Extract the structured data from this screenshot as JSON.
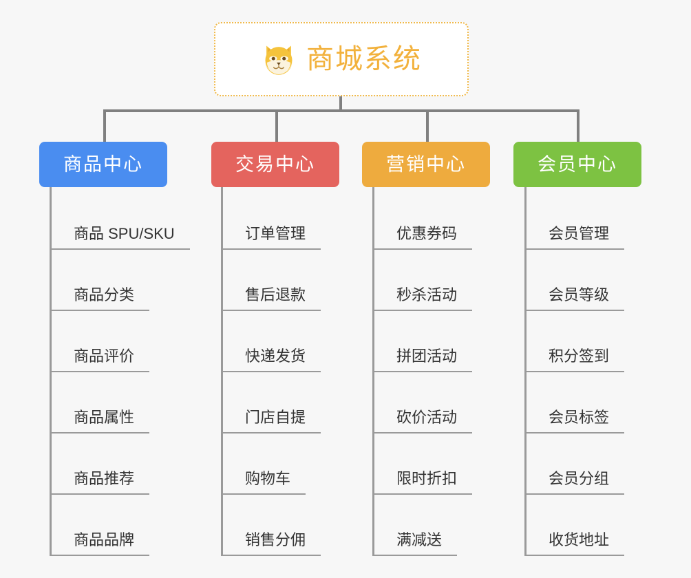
{
  "root": {
    "title": "商城系统",
    "icon": "shiba-dog-icon",
    "accent_color": "#f2b13c",
    "border_color": "#f0b94a",
    "background": "#ffffff"
  },
  "canvas": {
    "background": "#f7f7f7",
    "connector_color": "#808080",
    "spine_color": "#9a9a9a",
    "leaf_text_color": "#333333"
  },
  "columns": [
    {
      "header": "商品中心",
      "color": "#4a8df0",
      "items": [
        "商品 SPU/SKU",
        "商品分类",
        "商品评价",
        "商品属性",
        "商品推荐",
        "商品品牌"
      ]
    },
    {
      "header": "交易中心",
      "color": "#e4645e",
      "items": [
        "订单管理",
        "售后退款",
        "快递发货",
        "门店自提",
        "购物车",
        "销售分佣"
      ]
    },
    {
      "header": "营销中心",
      "color": "#eeab3e",
      "items": [
        "优惠券码",
        "秒杀活动",
        "拼团活动",
        "砍价活动",
        "限时折扣",
        "满减送"
      ]
    },
    {
      "header": "会员中心",
      "color": "#7dc242",
      "items": [
        "会员管理",
        "会员等级",
        "积分签到",
        "会员标签",
        "会员分组",
        "收货地址"
      ]
    }
  ]
}
